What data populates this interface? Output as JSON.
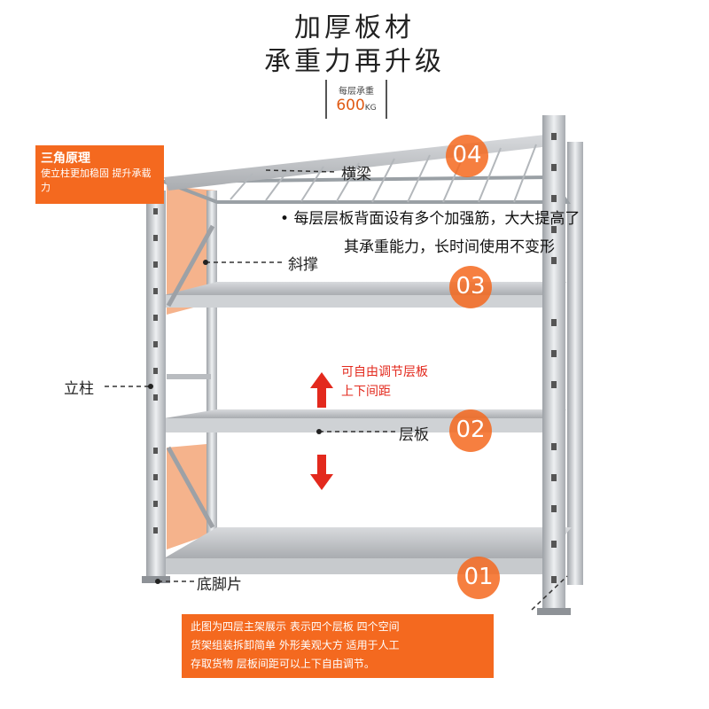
{
  "title": {
    "line1": "加厚板材",
    "line2": "承重力再升级"
  },
  "capacity": {
    "label": "每层承重",
    "value": "600",
    "unit": "KG"
  },
  "triangle_callout": {
    "heading": "三角原理",
    "body": "使立柱更加稳固 提升承载力"
  },
  "labels": {
    "beam": "横梁",
    "brace": "斜撑",
    "post": "立柱",
    "shelf": "层板",
    "foot": "底脚片"
  },
  "reinforce_note": {
    "line1": "每层层板背面设有多个加强筋，大大提高了",
    "line2": "其承重能力，长时间使用不变形"
  },
  "adjust_note": {
    "line1": "可自由调节层板",
    "line2": "上下间距"
  },
  "levels": [
    "04",
    "03",
    "02",
    "01"
  ],
  "bottom_note": {
    "line1": "此图为四层主架展示 表示四个层板 四个空间",
    "line2": "货架组装拆卸简单 外形美观大方 适用于人工",
    "line3": "存取货物 层板间距可以上下自由调节。"
  },
  "colors": {
    "accent": "#f4691f",
    "arrow": "#e3291d",
    "steel": "#c9ccd0"
  }
}
